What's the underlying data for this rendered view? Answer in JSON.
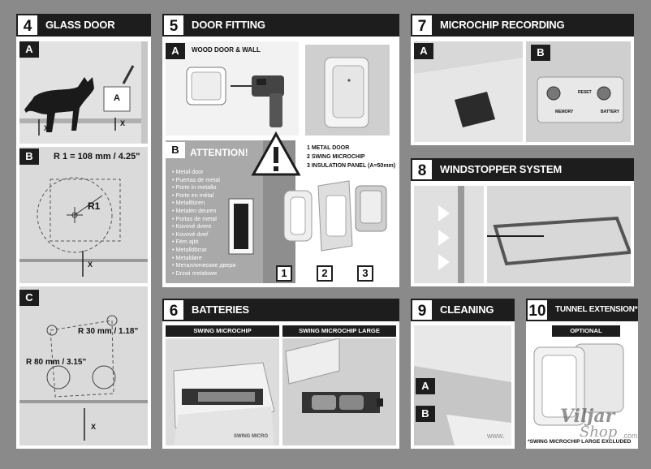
{
  "colors": {
    "header": "#1d1d1d",
    "panel": "#ffffff",
    "background": "#8a8a8a"
  },
  "s4": {
    "num": "4",
    "title": "GLASS DOOR",
    "a": "A",
    "a_card": "A",
    "a_x1": "X",
    "a_x2": "X",
    "b": "B",
    "b_radius": "R 1 = 108 mm / 4.25\"",
    "b_r1": "R1",
    "b_x": "X",
    "c": "C",
    "c_r30": "R 30 mm / 1.18\"",
    "c_r80": "R 80 mm / 3.15\"",
    "c_x": "X"
  },
  "s5": {
    "num": "5",
    "title": "DOOR FITTING",
    "a": "A",
    "wood": "WOOD DOOR & WALL",
    "b": "B",
    "attention": "ATTENTION!",
    "materials": [
      "Metal door",
      "Puertas de metal",
      "Porte in metallo",
      "Porte en métal",
      "Metalltüren",
      "Metalen deuren",
      "Portas de metal",
      "Kovové dvere",
      "Kovové dveř",
      "Fém ajtó",
      "Metalldörrar",
      "Metaldøre",
      "Металлические двери",
      "Drzwi metalowe"
    ],
    "legend": [
      "1  METAL DOOR",
      "2  SWING MICROCHIP",
      "3  INSULATION PANEL (A=50mm)"
    ],
    "n1": "1",
    "n2": "2",
    "n3": "3"
  },
  "s6": {
    "num": "6",
    "title": "BATTERIES",
    "left": "SWING MICROCHIP",
    "right": "SWING MICROCHIP LARGE",
    "brand": "SWING MICRO"
  },
  "s7": {
    "num": "7",
    "title": "MICROCHIP RECORDING",
    "a": "A",
    "b": "B",
    "memory": "MEMORY",
    "reset": "RESET",
    "battery": "BATTERY"
  },
  "s8": {
    "num": "8",
    "title": "WINDSTOPPER SYSTEM"
  },
  "s9": {
    "num": "9",
    "title": "CLEANING",
    "a": "A",
    "b": "B"
  },
  "s10": {
    "num": "10",
    "title": "TUNNEL EXTENSION*",
    "optional": "OPTIONAL",
    "note": "*SWING MICROCHIP LARGE EXCLUDED"
  },
  "watermark": {
    "brand": "Viljar",
    "shop": "Shop",
    "www": "www.",
    "com": ".com"
  }
}
